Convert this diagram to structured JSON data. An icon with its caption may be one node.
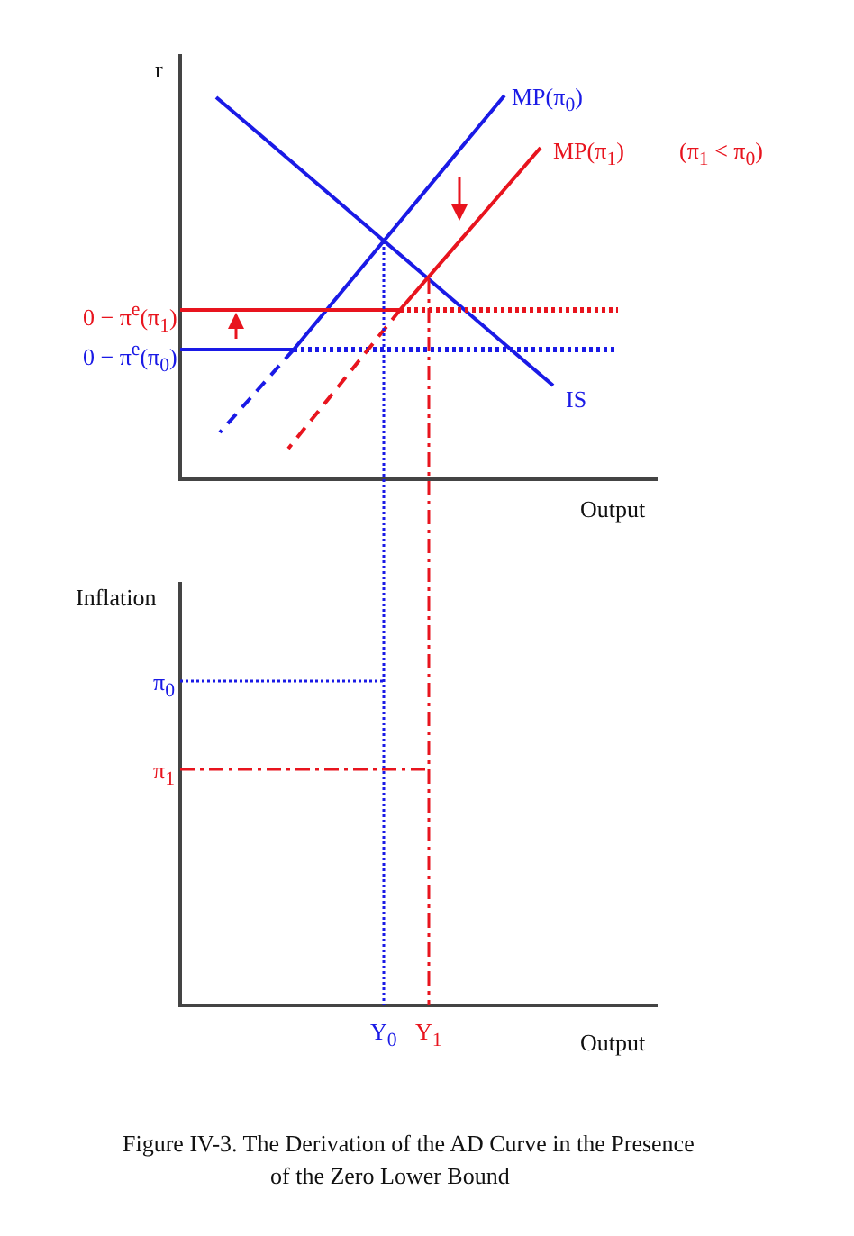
{
  "diagram": {
    "caption": "Figure IV-3. The Derivation of the AD Curve in the Presence of the Zero Lower Bound",
    "labels": [
      "r",
      "MP(π$_{0}$)",
      "MP(π$_{1}$)",
      "(π$_{1}$ < π$_{0}$)",
      "0 − π$^{e}$(π$_{1}$)",
      "0 − π$^{e}$(π$_{0}$)",
      "IS",
      "Output",
      "Inflation",
      "π$_{0}$",
      "π$_{1}$",
      "Y$_{0}$",
      "Y$_{1}$",
      "Output"
    ]
  }
}
